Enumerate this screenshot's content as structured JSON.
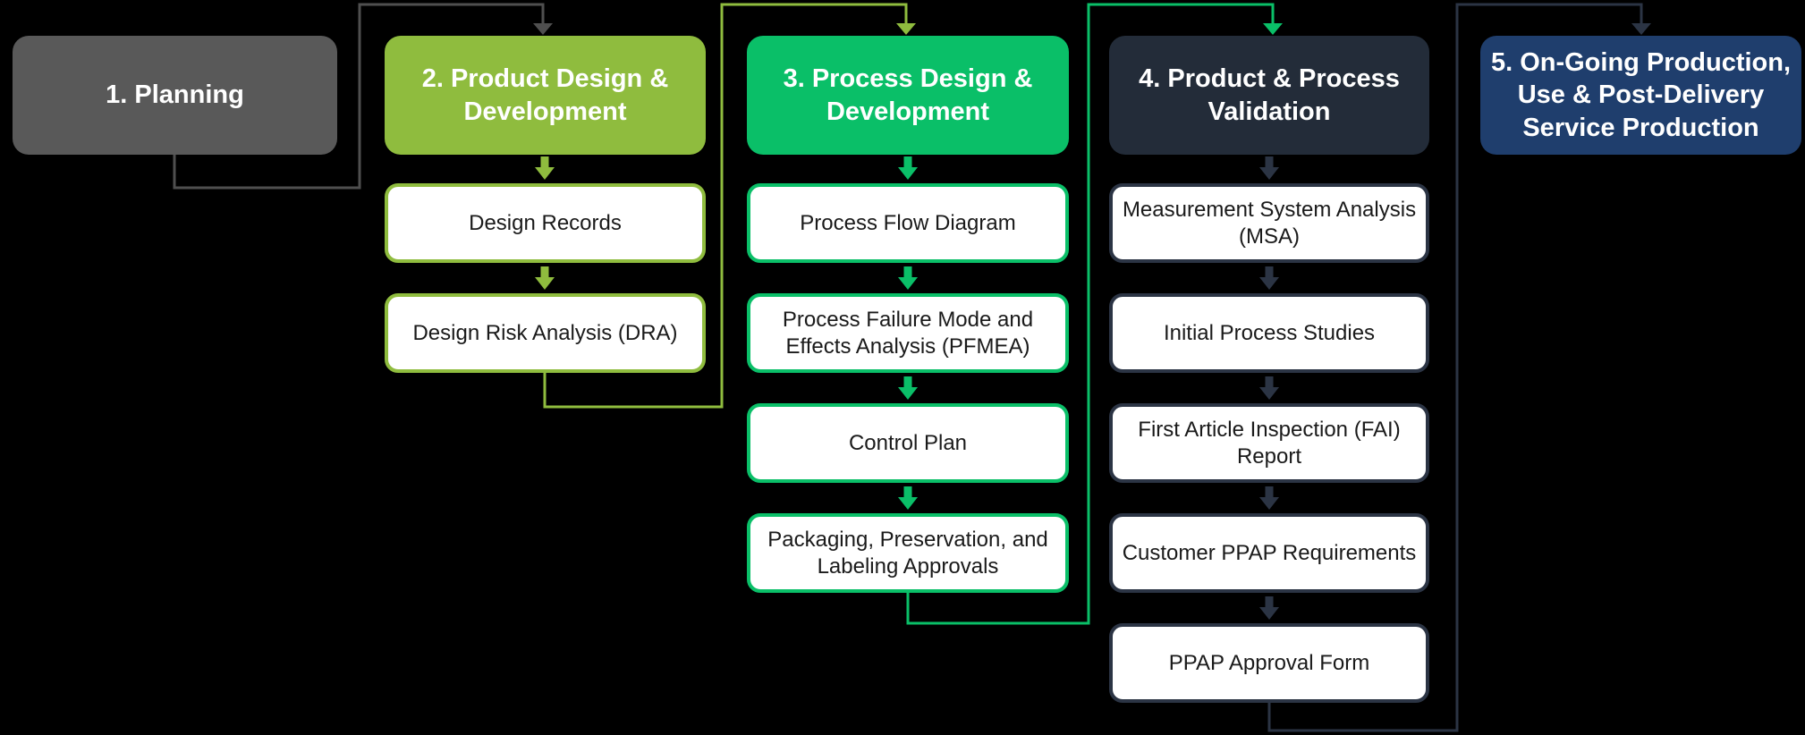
{
  "colors": {
    "background": "#000000",
    "header_text": "#FFFFFF",
    "item_fill": "#FFFFFF",
    "item_text": "#1A1A1A",
    "phase1_fill": "#595959",
    "phase1_line": "#4F4F4F",
    "phase2_fill": "#8FBC3E",
    "phase3_fill": "#0ABF68",
    "phase4_fill": "#232C39",
    "phase4_line": "#2B3444",
    "phase5_fill": "#1F3E6D"
  },
  "phases": [
    {
      "label": "1. Planning",
      "items": []
    },
    {
      "label": "2. Product Design & Development",
      "items": [
        "Design Records",
        "Design Risk Analysis (DRA)"
      ]
    },
    {
      "label": "3. Process Design & Development",
      "items": [
        "Process Flow Diagram",
        "Process Failure Mode and Effects Analysis (PFMEA)",
        "Control Plan",
        "Packaging, Preservation, and Labeling Approvals"
      ]
    },
    {
      "label": "4. Product & Process Validation",
      "items": [
        "Measurement System Analysis (MSA)",
        "Initial Process Studies",
        "First Article Inspection (FAI) Report",
        "Customer PPAP Requirements",
        "PPAP Approval Form"
      ]
    },
    {
      "label": "5. On-Going Production, Use & Post-Delivery Service Production",
      "lines": [
        "5. On-Going Production,",
        "Use & Post-Delivery",
        "Service Production"
      ],
      "items": []
    }
  ]
}
